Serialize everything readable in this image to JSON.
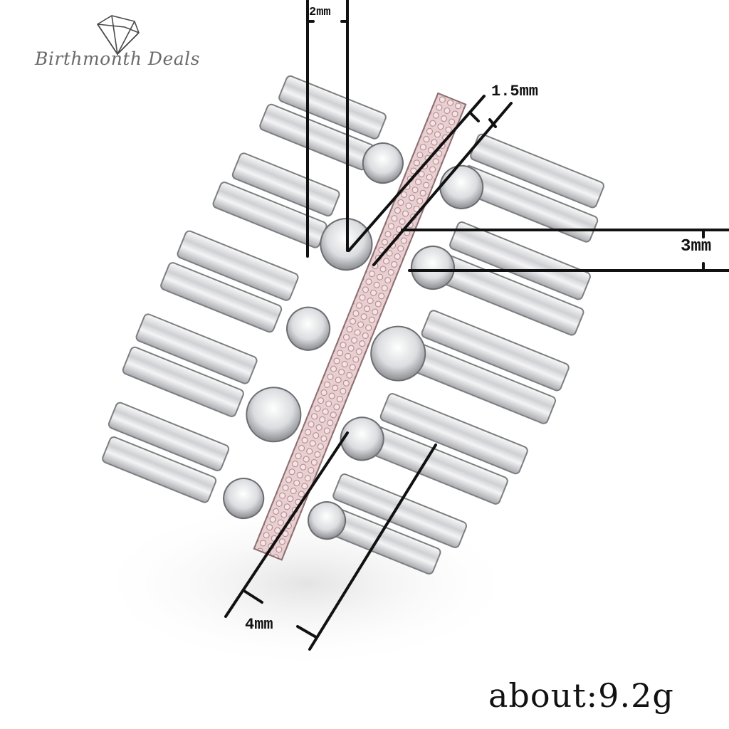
{
  "brand": {
    "logo_name": "Birthmonth Deals",
    "logo_icon": "diamond-icon"
  },
  "product": {
    "type": "wide baguette and round stone band ring",
    "metal_color": "#d9d9db",
    "center_row_color": "#e8c6c8",
    "stone_color": "#f2f2f4"
  },
  "dimensions": {
    "top_width": "2mm",
    "center_row": "1.5mm",
    "round_stone": "3mm",
    "baguette_length": "4mm"
  },
  "weight_label": "about:9.2g"
}
